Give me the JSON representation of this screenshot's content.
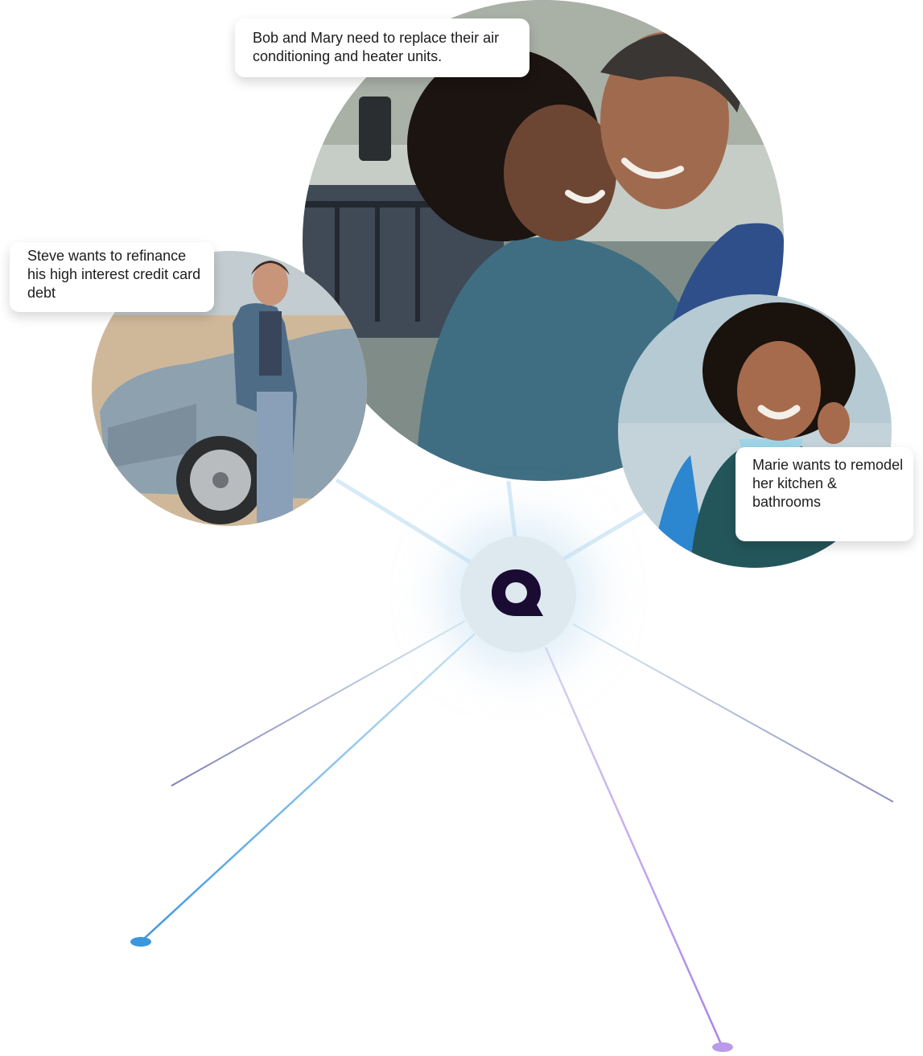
{
  "captions": {
    "couple": "Bob and Mary need to replace their air conditioning and heater units.",
    "steve": "Steve wants to refinance his high interest credit card debt",
    "marie": "Marie wants to remodel her kitchen & bathrooms"
  },
  "photos": {
    "couple": "couple-photo",
    "steve": "man-with-car-photo",
    "marie": "smiling-woman-photo"
  },
  "hub": {
    "icon": "brand-logo-icon",
    "background_color": "#dde9ef",
    "logo_color": "#1a0b33"
  },
  "colors": {
    "line_blue": "#3b97dc",
    "line_purple": "#a883e6",
    "line_gray": "#8a8fbf"
  }
}
